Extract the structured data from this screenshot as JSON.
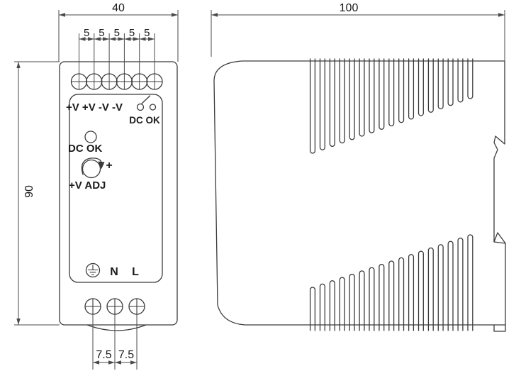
{
  "drawing": {
    "background": "#ffffff",
    "line_color": "#3a3a3a",
    "dim_line_color": "#4a4a4a",
    "text_color": "#1a1a1a",
    "units": "mm"
  },
  "front_view": {
    "width_dim": "40",
    "height_dim": "90",
    "terminal_pitch_dims": [
      "5",
      "5",
      "5",
      "5",
      "5"
    ],
    "bottom_pitch_dims": [
      "7.5",
      "7.5"
    ],
    "top_terminal_count": 6,
    "bottom_terminal_count": 3,
    "panel": {
      "output_terminals_label": "+V +V -V -V",
      "dc_ok_contact_label": "DC OK",
      "dc_ok_led_label": "DC OK",
      "vadj_plus_label": "+",
      "vadj_label": "+V ADJ",
      "neutral_label": "N",
      "line_label": "L"
    }
  },
  "side_view": {
    "depth_dim": "100",
    "top_vent_slot_count": 17,
    "bottom_vent_slot_count": 17
  }
}
